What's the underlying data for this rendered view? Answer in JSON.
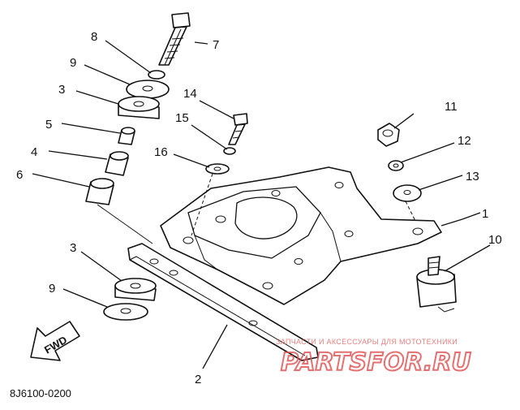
{
  "callouts": {
    "c1": "1",
    "c2": "2",
    "c3a": "3",
    "c3b": "3",
    "c4": "4",
    "c5": "5",
    "c6": "6",
    "c7": "7",
    "c8": "8",
    "c9a": "9",
    "c9b": "9",
    "c10": "10",
    "c11": "11",
    "c12": "12",
    "c13": "13",
    "c14": "14",
    "c15": "15",
    "c16": "16"
  },
  "fwd_label": "FWD",
  "diagram_code": "8J6100-0200",
  "watermark": {
    "tagline": "ЗАПЧАСТИ И АКСЕССУАРЫ ДЛЯ МОТОТЕХНИКИ",
    "brand": "PARTSFOR.RU"
  },
  "colors": {
    "ink": "#111111",
    "watermark": "#e0585a",
    "background": "#ffffff"
  }
}
